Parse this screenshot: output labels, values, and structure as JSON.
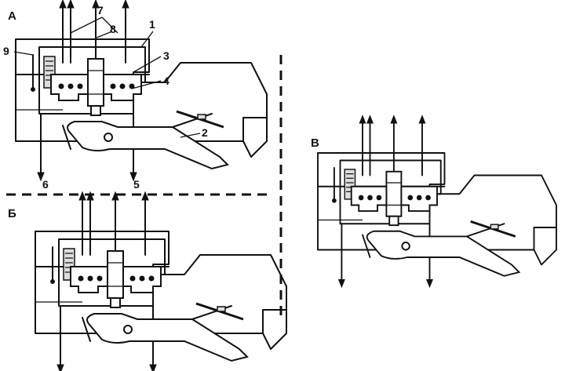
{
  "panels": [
    {
      "key": "a",
      "label": "А"
    },
    {
      "key": "b",
      "label": "Б"
    },
    {
      "key": "v",
      "label": "В"
    }
  ],
  "callouts": [
    {
      "key": "n1",
      "label": "1"
    },
    {
      "key": "n2",
      "label": "2"
    },
    {
      "key": "n3",
      "label": "3"
    },
    {
      "key": "n4",
      "label": "4"
    },
    {
      "key": "n5",
      "label": "5"
    },
    {
      "key": "n6",
      "label": "6"
    },
    {
      "key": "n7",
      "label": "7"
    },
    {
      "key": "n8",
      "label": "8"
    },
    {
      "key": "n9",
      "label": "9"
    }
  ],
  "colors": {
    "ink": "#111111",
    "paper": "#ffffff"
  }
}
